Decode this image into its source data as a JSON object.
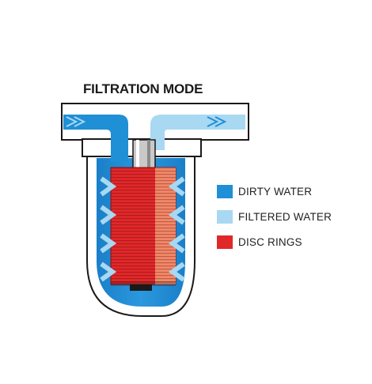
{
  "diagram": {
    "title": "FILTRATION MODE"
  },
  "legend": {
    "items": [
      {
        "label": "DIRTY WATER",
        "color": "#1f8fd6",
        "name": "legend-item-dirty-water"
      },
      {
        "label": "FILTERED WATER",
        "color": "#a8d8f2",
        "name": "legend-item-filtered-water"
      },
      {
        "label": "DISC RINGS",
        "color": "#e0282a",
        "name": "legend-item-disc-rings"
      }
    ]
  },
  "colors": {
    "dirty_water": "#1f8fd6",
    "filtered_water": "#a8d8f2",
    "disc_rings": "#e0282a",
    "outline": "#1a1a1a",
    "housing": "#ffffff"
  }
}
